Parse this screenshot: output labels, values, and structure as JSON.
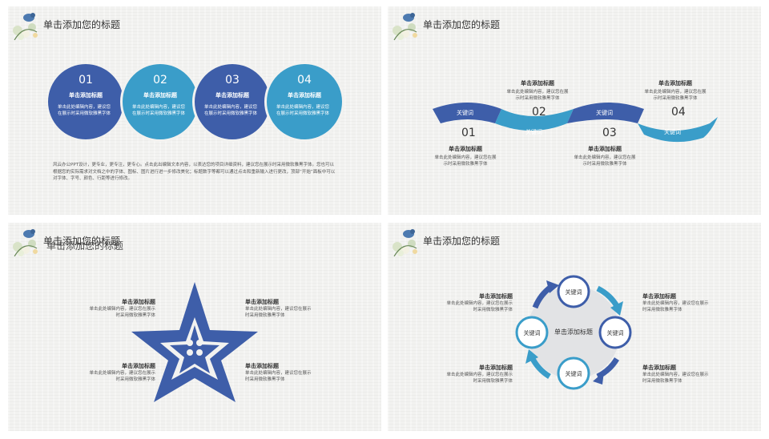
{
  "slide1": {
    "title": "单击添加您的标题",
    "circles": [
      {
        "num": "01",
        "title": "单击添加标题",
        "desc": "单击此处编辑内容，建议您在展示时采用微软雅黑字体"
      },
      {
        "num": "02",
        "title": "单击添加标题",
        "desc": "单击此处编辑内容，建议您在展示时采用微软雅黑字体"
      },
      {
        "num": "03",
        "title": "单击添加标题",
        "desc": "单击此处编辑内容，建议您在展示时采用微软雅黑字体"
      },
      {
        "num": "04",
        "title": "单击添加标题",
        "desc": "单击此处编辑内容，建议您在展示时采用微软雅黑字体"
      }
    ],
    "paragraph": "风云办公PPT设计，更专业，更专注，更专心。点击此出编辑文本内容，以表达您的项目详细资料，建议您在展示时采用微软雅黑字体。您也可以根据您的实际需求对文档之中的字体、图标、图片进行进一步修改美化；标题数字等都可以通过点击和重新输入进行更改，顶部“开始”面板中可以对字体、字号、颜色、行距等进行修改。"
  },
  "slide2": {
    "title": "单击添加您的标题",
    "items": [
      {
        "num": "01",
        "keyword": "关键词",
        "title": "单击添加标题",
        "desc": "单击此处编辑内容，建议您在展示时采用微软雅黑字体"
      },
      {
        "num": "02",
        "keyword": "关键词",
        "title": "单击添加标题",
        "desc": "单击此处编辑内容，建议您在展示时采用微软雅黑字体"
      },
      {
        "num": "03",
        "keyword": "关键词",
        "title": "单击添加标题",
        "desc": "单击此处编辑内容，建议您在展示时采用微软雅黑字体"
      },
      {
        "num": "04",
        "keyword": "关键词",
        "title": "单击添加标题",
        "desc": "单击此处编辑内容，建议您在展示时采用微软雅黑字体"
      }
    ]
  },
  "slide3": {
    "title": "单击添加您的标题",
    "items": [
      {
        "title": "单击添加标题",
        "desc": "单击此处编辑内容，建议您在展示时采用微软雅黑字体"
      },
      {
        "title": "单击添加标题",
        "desc": "单击此处编辑内容，建议您在展示时采用微软雅黑字体"
      },
      {
        "title": "单击添加标题",
        "desc": "单击此处编辑内容，建议您在展示时采用微软雅黑字体"
      },
      {
        "title": "单击添加标题",
        "desc": "单击此处编辑内容，建议您在展示时采用微软雅黑字体"
      }
    ]
  },
  "slide4": {
    "title": "单击添加您的标题",
    "center": "单击添加标题",
    "keywords": [
      "关键词",
      "关键词",
      "关键词",
      "关键词"
    ],
    "items": [
      {
        "title": "单击添加标题",
        "desc": "单击此处编辑内容，建议您在展示时采用微软雅黑字体"
      },
      {
        "title": "单击添加标题",
        "desc": "单击此处编辑内容，建议您在展示时采用微软雅黑字体"
      },
      {
        "title": "单击添加标题",
        "desc": "单击此处编辑内容，建议您在展示时采用微软雅黑字体"
      },
      {
        "title": "单击添加标题",
        "desc": "单击此处编辑内容，建议您在展示时采用微软雅黑字体"
      }
    ]
  },
  "colors": {
    "dark_blue": "#3e5ea9",
    "light_blue": "#3a9dc9",
    "text": "#333333"
  }
}
